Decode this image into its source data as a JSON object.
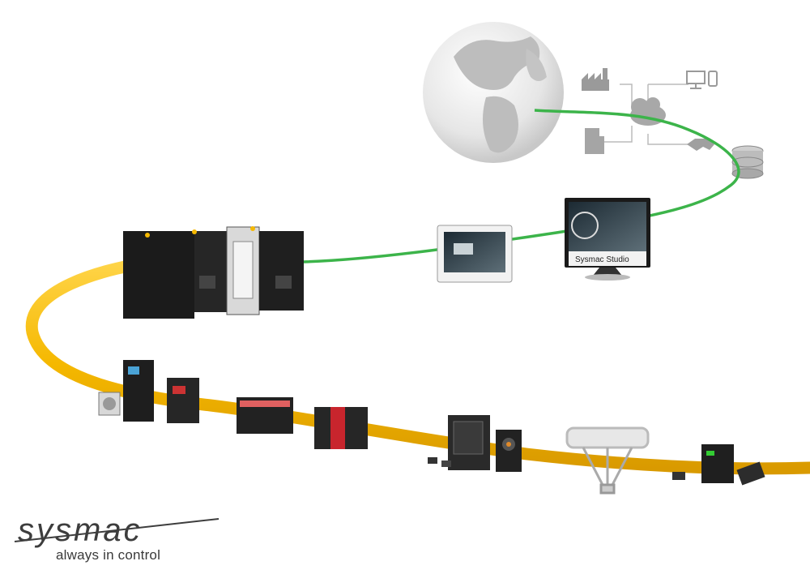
{
  "monitor": {
    "label": "Sysmac Studio"
  },
  "brand": {
    "logo_text": "sysmac",
    "tagline": "always in control"
  },
  "colors": {
    "ethercat_cable": "#f5b800",
    "ethernet_cable": "#3cb44a",
    "background": "#ffffff"
  },
  "icons": [
    "globe-icon",
    "factory-icon",
    "building-icon",
    "cloud-icon",
    "computer-icon",
    "handshake-icon",
    "database-icon"
  ]
}
